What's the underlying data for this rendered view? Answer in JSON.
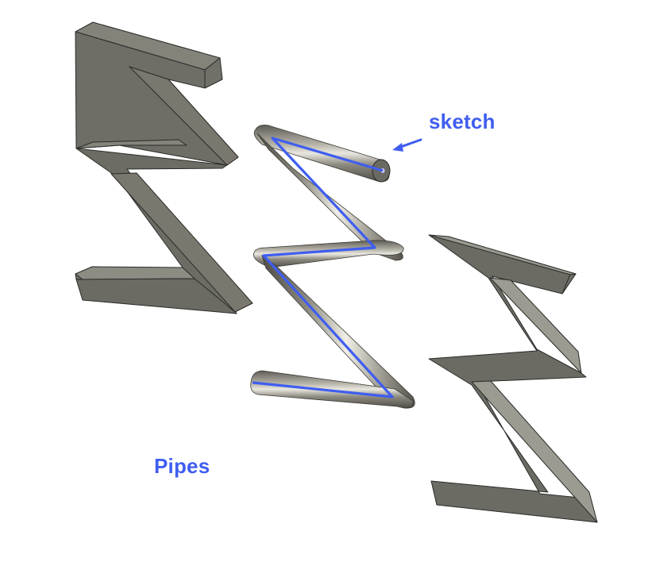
{
  "labels": {
    "sketch": "sketch",
    "pipes": "Pipes"
  },
  "colors": {
    "annotation_blue": "#3f5ef0",
    "solid_face_dark": "#6b6b65",
    "solid_face_light": "#8a8a80",
    "solid_edge": "#2a2a28",
    "pipe_metal_mid": "#8a877c",
    "background": "#ffffff"
  },
  "objects": [
    {
      "name": "square-profile-zigzag",
      "description": "Zigzag solid with square cross-section"
    },
    {
      "name": "pipe-zigzag-with-sketch",
      "description": "Zigzag pipe swept along blue sketch path"
    },
    {
      "name": "triangle-profile-zigzag",
      "description": "Zigzag solid with triangular cross-section"
    }
  ],
  "annotations": [
    {
      "label": "sketch",
      "target": "sketch path endpoint",
      "type": "arrow"
    }
  ]
}
